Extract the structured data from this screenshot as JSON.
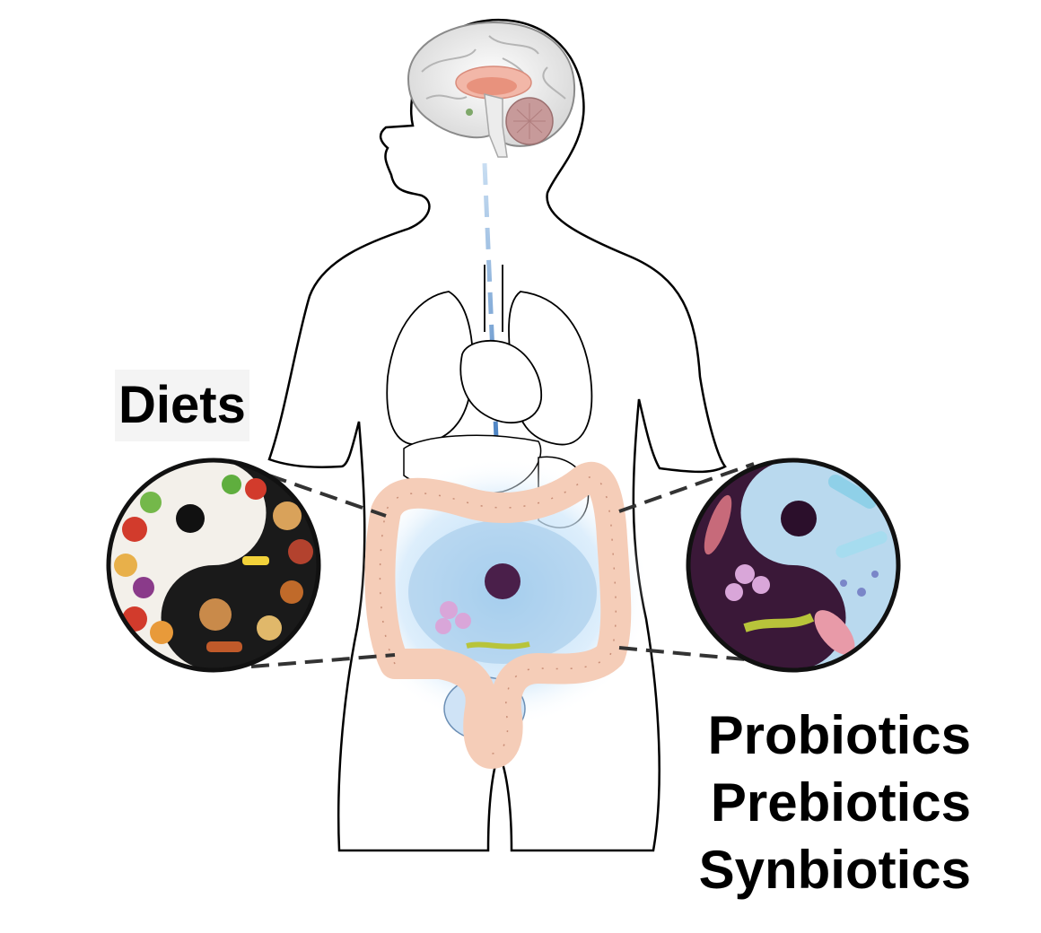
{
  "labels": {
    "diets": "Diets",
    "interventions": [
      "Probiotics",
      "Prebiotics",
      "Synbiotics"
    ]
  },
  "illustration": {
    "subject": "human-body-outline",
    "organs": [
      "brain",
      "lungs",
      "heart",
      "liver",
      "stomach",
      "colon",
      "small-intestine",
      "bladder"
    ],
    "left_circle": "food-yin-yang",
    "right_circle": "microbiota-yin-yang",
    "colors": {
      "outline": "#000000",
      "colon": "#f5cdb8",
      "gut_glow": "#bfe0f7",
      "dashed_gut_brain": "#5b8fc7",
      "connector": "#333333"
    }
  }
}
